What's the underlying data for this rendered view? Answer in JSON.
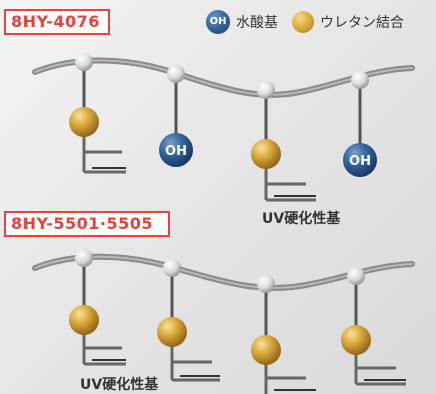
{
  "top_label": "8HY-4076",
  "bottom_label": "8HY-5501·5505",
  "legend": {
    "oh_badge": "OH",
    "hydroxyl_label": "水酸基",
    "urethane_label": "ウレタン結合"
  },
  "node_oh_text": "OH",
  "uv_label_top": "UV硬化性基",
  "uv_label_bottom": "UV硬化性基",
  "colors": {
    "frame_red": "#e8423c",
    "hydroxyl_blue": "#2f5e98",
    "urethane_gold": "#d9a93a",
    "backbone_gray": "#7a7a7a"
  }
}
